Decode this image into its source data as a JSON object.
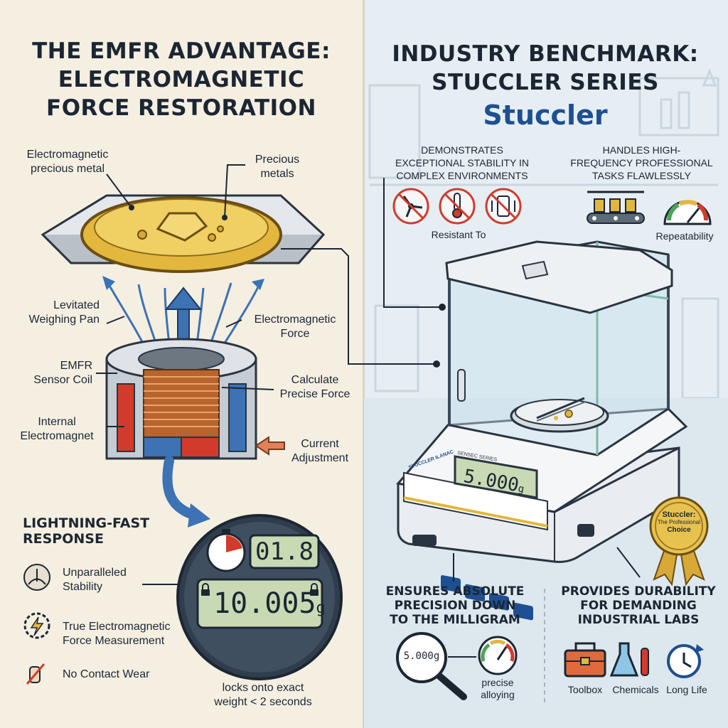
{
  "left": {
    "title_line1": "THE EMFR ADVANTAGE:",
    "title_line2": "ELECTROMAGNETIC",
    "title_line3": "FORCE RESTORATION",
    "labels": {
      "em_precious_line1": "Electromagnetic",
      "em_precious_line2": "precious metal",
      "precious_line1": "Precious",
      "precious_line2": "metals",
      "levitated_line1": "Levitated",
      "levitated_line2": "Weighing Pan",
      "em_force_line1": "Electromagnetic",
      "em_force_line2": "Force",
      "emfr_line1": "EMFR",
      "emfr_line2": "Sensor Coil",
      "calc_line1": "Calculate",
      "calc_line2": "Precise Force",
      "internal_line1": "Internal",
      "internal_line2": "Electromagnet",
      "current_line1": "Current",
      "current_line2": "Adjustment"
    },
    "response_line1": "LIGHTNING-FAST",
    "response_line2": "RESPONSE",
    "features": [
      {
        "line1": "Unparalleled",
        "line2": "Stability",
        "icon": "stability-icon"
      },
      {
        "line1": "True Electromagnetic",
        "line2": "Force Measurement",
        "icon": "gear-bolt-icon"
      },
      {
        "line1": "No Contact Wear",
        "line2": "",
        "icon": "no-hand-icon"
      }
    ],
    "timer_value": "01.8",
    "weight_value": "10.005",
    "weight_unit": "g",
    "lock_line1": "locks onto exact",
    "lock_line2": "weight < 2 seconds"
  },
  "right": {
    "title_line1": "INDUSTRY BENCHMARK:",
    "title_line2": "STUCCLER SERIES",
    "brand": "Stuccler",
    "stability_line1": "DEMONSTRATES",
    "stability_line2": "EXCEPTIONAL STABILITY IN",
    "stability_line3": "COMPLEX ENVIRONMENTS",
    "resistant_label": "Resistant To",
    "freq_line1": "HANDLES HIGH-",
    "freq_line2": "FREQUENCY PROFESSIONAL",
    "freq_line3": "TASKS FLAWLESSLY",
    "repeat_label": "Repeatability",
    "display_brand": "STUCCLER ILANAC",
    "display_series": "SENSEC SERIES",
    "display_value": "5.000",
    "display_unit": "g",
    "seal_line1": "Stuccler:",
    "seal_line2": "The Professional",
    "seal_line3": "Choice",
    "precision_line1": "ENSURES ABSOLUTE",
    "precision_line2": "PRECISION DOWN",
    "precision_line3": "TO THE MILLIGRAM",
    "magnifier_value": "5.000g",
    "alloy_line1": "precise",
    "alloy_line2": "alloying",
    "durability_line1": "PROVIDES DURABILITY",
    "durability_line2": "FOR DEMANDING",
    "durability_line3": "INDUSTRIAL LABS",
    "tools": [
      {
        "label": "Toolbox",
        "icon": "toolbox-icon"
      },
      {
        "label": "Chemicals",
        "icon": "chemicals-icon"
      },
      {
        "label": "Long Life",
        "icon": "long-life-icon"
      }
    ]
  },
  "colors": {
    "navy": "#1c2633",
    "brand_blue": "#1e4f92",
    "gold": "#e3b73e",
    "copper": "#b8642c",
    "red": "#d23b2c",
    "lcd_green": "#c9d9b4",
    "arrow_blue": "#3d72b4"
  }
}
